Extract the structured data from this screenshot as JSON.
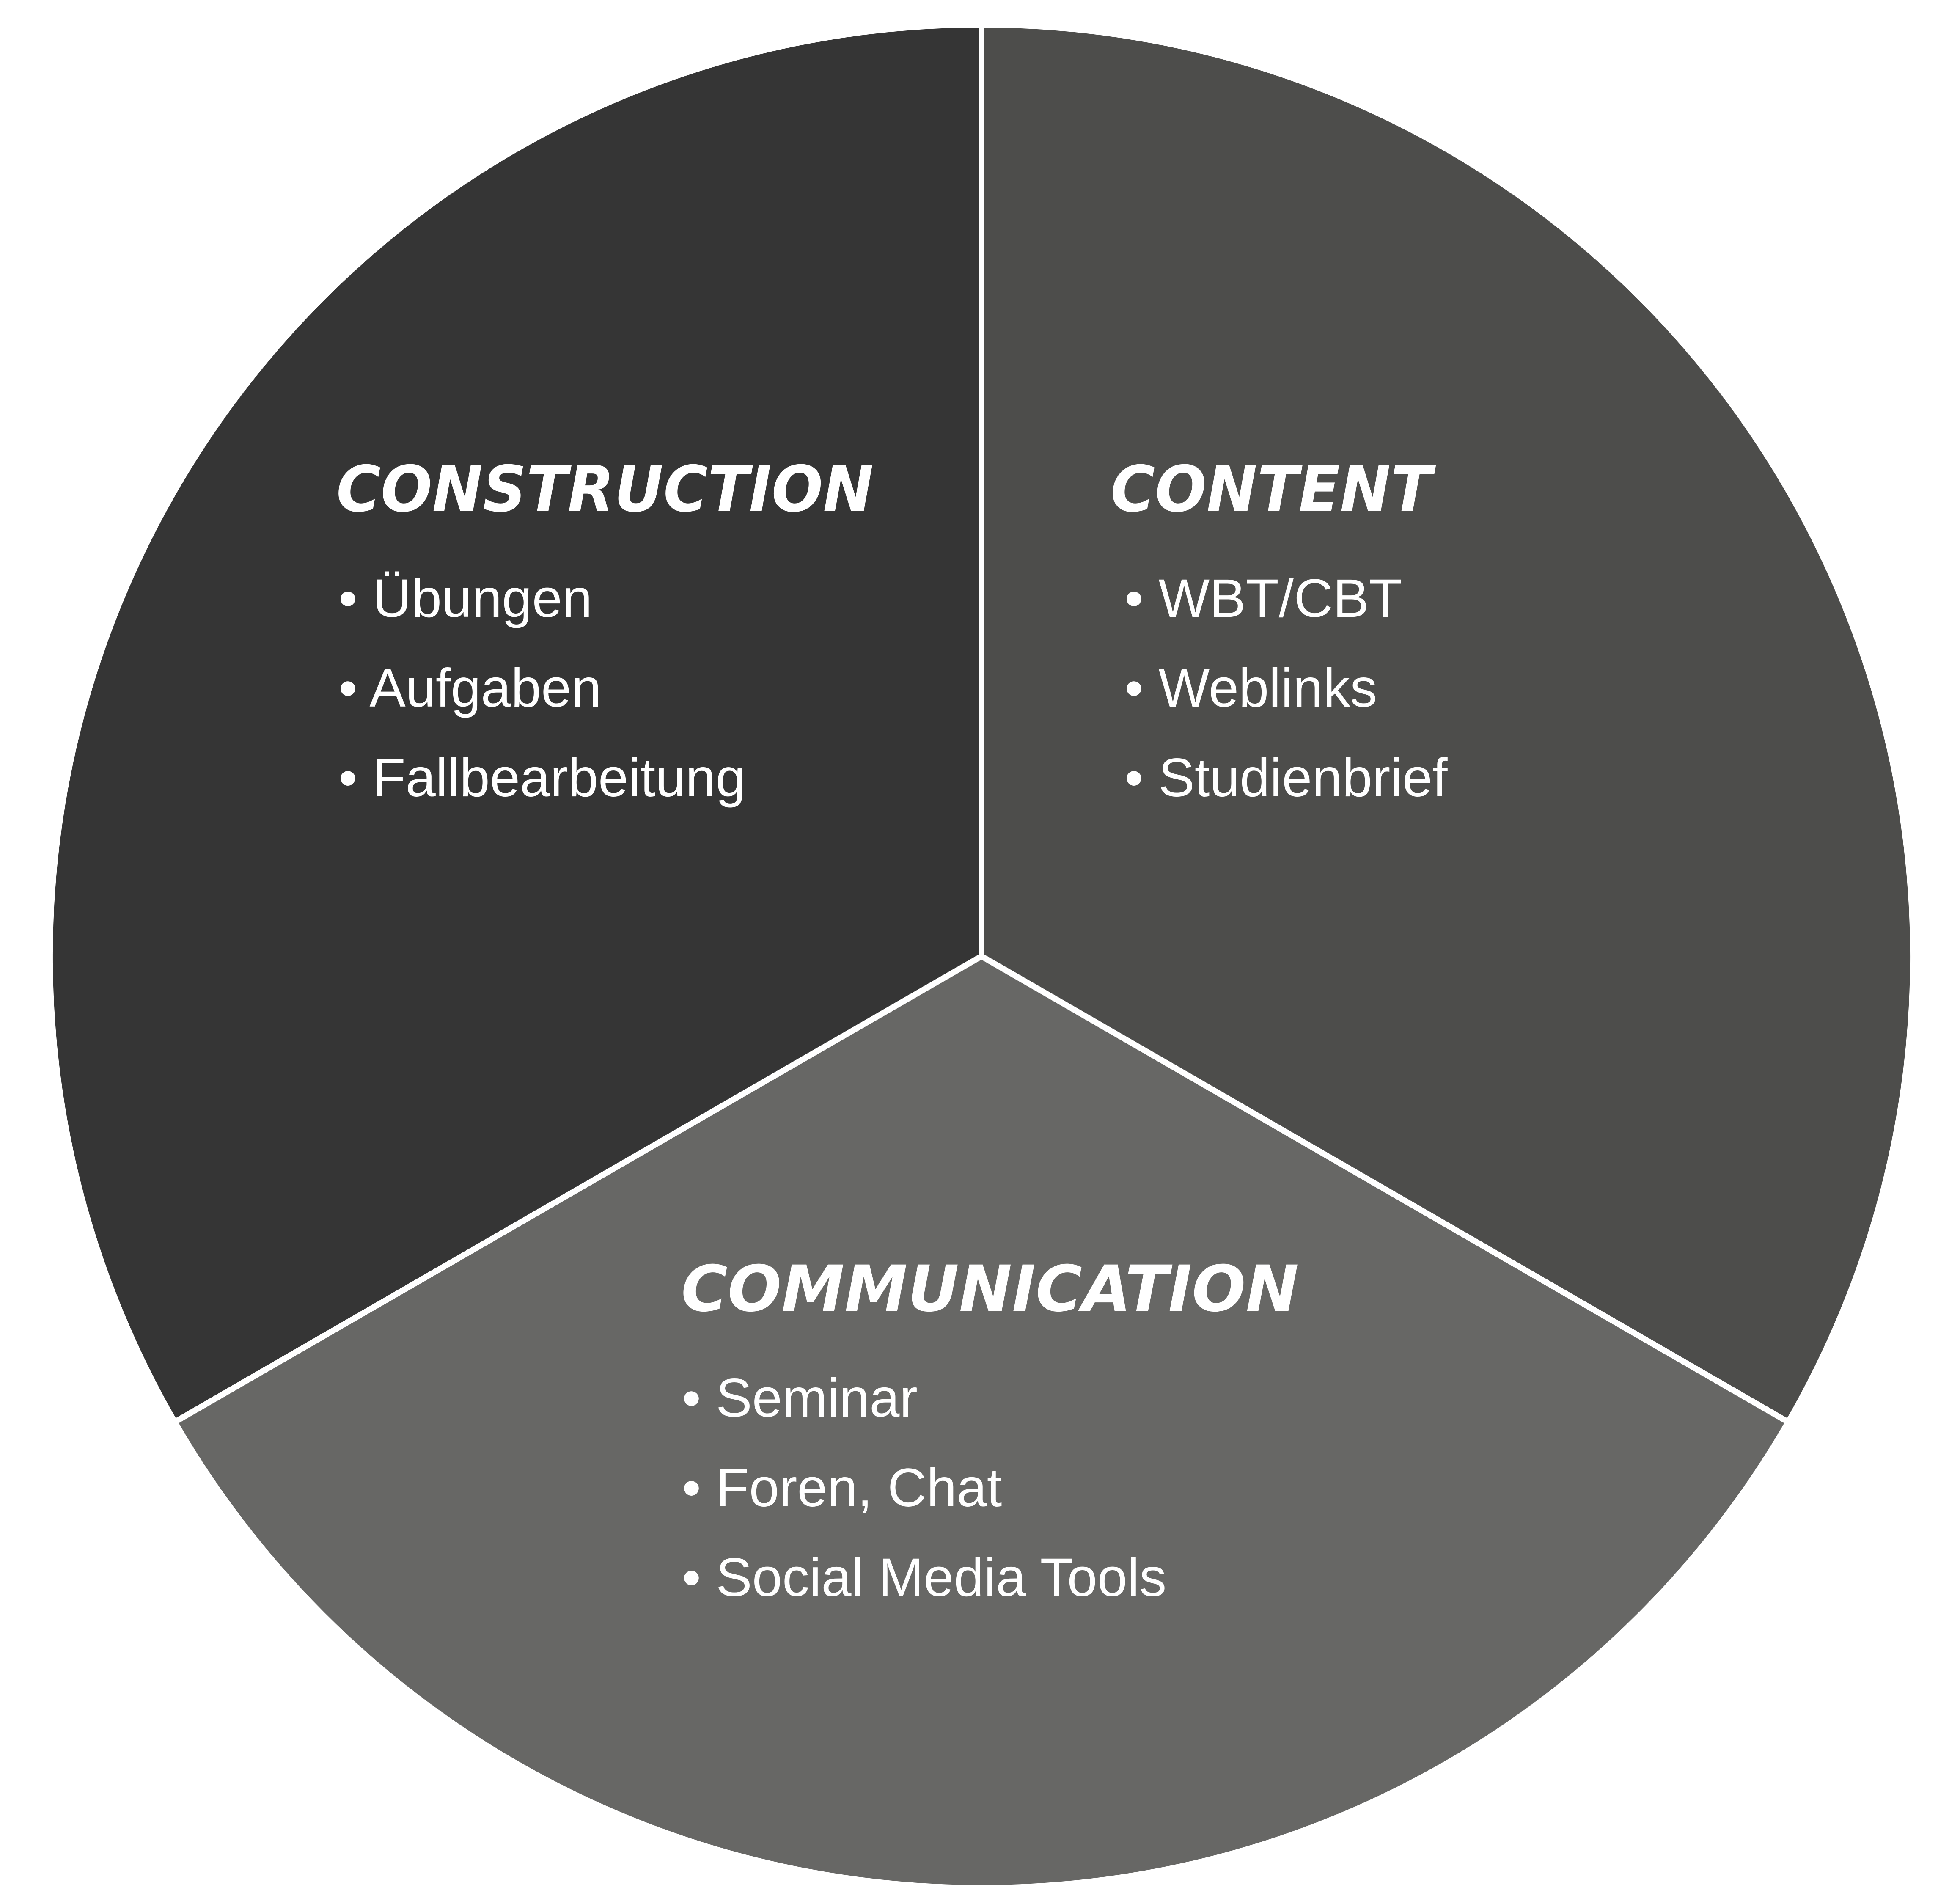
{
  "colors": {
    "background": "#ffffff",
    "segment_construction": "#353535",
    "segment_content": "#4d4d4b",
    "segment_communication": "#676765",
    "divider": "#ffffff",
    "text": "#ffffff"
  },
  "segments": {
    "construction": {
      "title": "CONSTRUCTION",
      "items": [
        "• Übungen",
        "• Aufgaben",
        "• Fallbearbeitung"
      ]
    },
    "content": {
      "title": "CONTENT",
      "items": [
        "• WBT/CBT",
        "• Weblinks",
        "• Studienbrief"
      ]
    },
    "communication": {
      "title": "COMMUNICATION",
      "items": [
        "• Seminar",
        "• Foren, Chat",
        "• Social Media Tools"
      ]
    }
  }
}
